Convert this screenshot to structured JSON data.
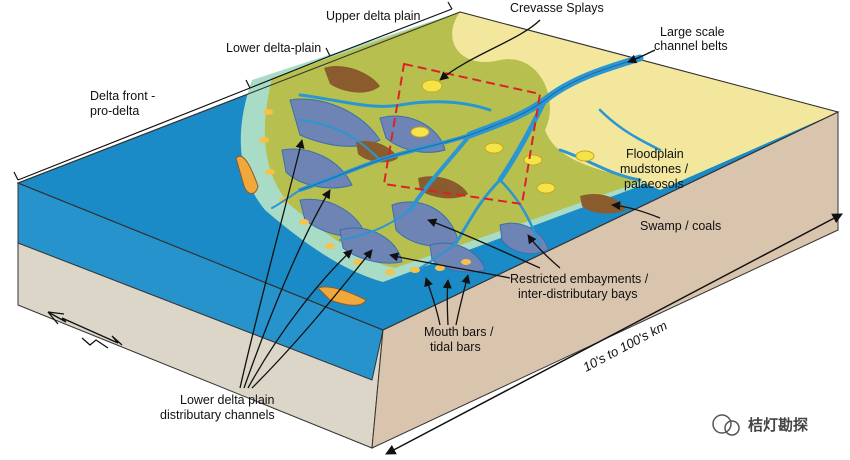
{
  "labels": {
    "upper_delta_plain": "Upper delta plain",
    "lower_delta_plain": "Lower delta-plain",
    "delta_front": [
      "Delta front -",
      "pro-delta"
    ],
    "crevasse_splays": "Crevasse Splays",
    "channel_belts": [
      "Large scale",
      "channel belts"
    ],
    "floodplain": [
      "Floodplain",
      "mudstones /",
      "palaeosols"
    ],
    "swamp": "Swamp / coals",
    "embayments": [
      "Restricted embayments /",
      "inter-distributary bays"
    ],
    "mouth_bars": [
      "Mouth bars /",
      "tidal bars"
    ],
    "distributary": [
      "Lower delta plain",
      "distributary channels"
    ],
    "scale": "10's to 100's km"
  },
  "watermark": "桔灯勘探",
  "colors": {
    "sea_top": "#1a8bc6",
    "sea_side": "#2693cd",
    "base_left": "#dcd6c9",
    "base_right": "#d9c4ae",
    "shelf": "#a8dcc6",
    "lower_plain": "#b7c04f",
    "upper_plain": "#f2e79c",
    "bay": "#6d84b4",
    "channel": "#2a96d2",
    "swamp": "#8a5b2c",
    "crevasse_box": "#d9232b"
  }
}
